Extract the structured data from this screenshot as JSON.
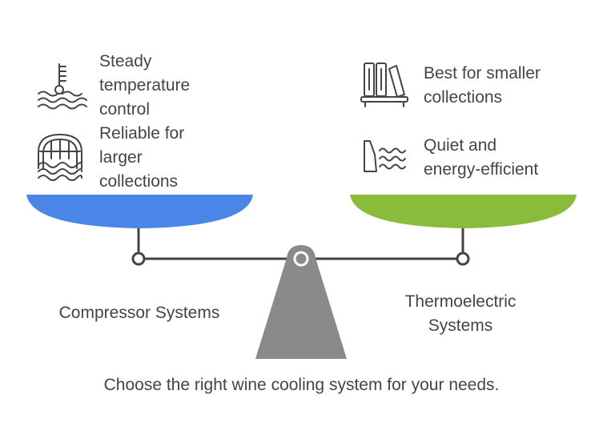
{
  "left": {
    "name": "Compressor Systems",
    "color": "#4a86e8",
    "items": [
      {
        "icon": "thermometer-waves-icon",
        "text": "Steady\ntemperature\ncontrol"
      },
      {
        "icon": "wine-cellar-arch-icon",
        "text": "Reliable for\nlarger\ncollections"
      }
    ]
  },
  "right": {
    "name": "Thermoelectric\nSystems",
    "color": "#8bbb3a",
    "items": [
      {
        "icon": "bookshelf-icon",
        "text": "Best for smaller\ncollections"
      },
      {
        "icon": "quiet-waves-icon",
        "text": "Quiet and\nenergy-efficient"
      }
    ]
  },
  "caption": "Choose the right wine cooling system for your needs.",
  "colors": {
    "fulcrum": "#8a8a8a",
    "beam": "#444444",
    "text": "#444444"
  }
}
